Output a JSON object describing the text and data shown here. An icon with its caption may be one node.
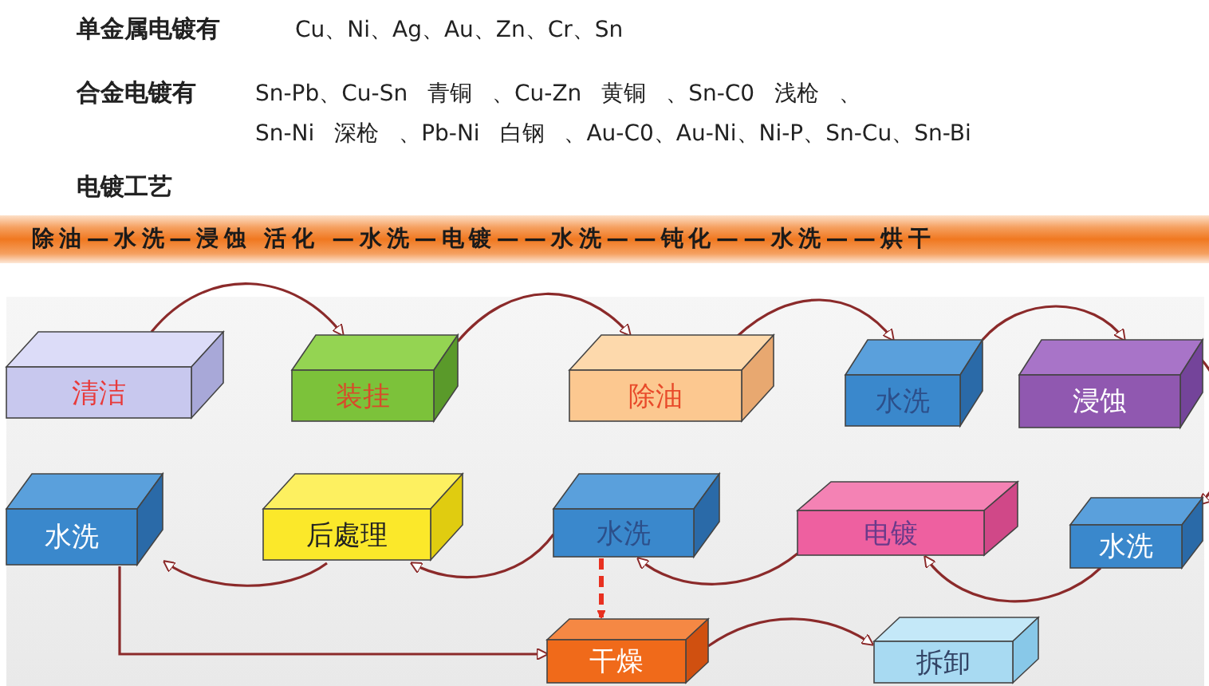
{
  "diagram": {
    "nodes": [
      {
        "text": [
          "清洁"
        ]
      },
      {
        "text": [
          "装挂"
        ]
      },
      {
        "text": [
          "除油"
        ]
      },
      {
        "text": [
          "水洗"
        ]
      },
      {
        "text": [
          "浸蚀"
        ]
      },
      {
        "text": [
          "水洗"
        ]
      },
      {
        "text": [
          "电镀"
        ]
      },
      {
        "text": [
          "水洗"
        ]
      },
      {
        "text": [
          "后處理"
        ]
      },
      {
        "text": [
          "水洗"
        ]
      },
      {
        "text": [
          "干燥"
        ]
      },
      {
        "text": [
          "拆卸"
        ]
      }
    ],
    "edges": [
      {
        "from": 0,
        "to": 1,
        "arrow": "to"
      },
      {
        "from": 1,
        "to": 2,
        "arrow": "to"
      },
      {
        "from": 2,
        "to": 3,
        "arrow": "to"
      },
      {
        "from": 3,
        "to": 4,
        "arrow": "to"
      },
      {
        "from": 4,
        "to": 5,
        "arrow": "to"
      },
      {
        "from": 5,
        "to": 6,
        "arrow": "to"
      },
      {
        "from": 6,
        "to": 7,
        "arrow": "to"
      },
      {
        "from": 7,
        "to": 8,
        "arrow": "to"
      },
      {
        "from": 8,
        "to": 9,
        "arrow": "to"
      },
      {
        "from": 9,
        "to": 10,
        "arrow": "to"
      },
      {
        "from": 7,
        "to": 10,
        "arrow": "to",
        "style": "dashed",
        "color": "#e83020"
      },
      {
        "from": 10,
        "to": 11,
        "arrow": "to"
      }
    ],
    "labels": [
      "单金属电镀有",
      "Cu、Ni、Ag、Au、Zn、Cr、Sn",
      "合金电镀有",
      "Sn-Pb、Cu-Sn 青铜 、Cu-Zn 黄铜 、Sn-C0 浅枪 、",
      "Sn-Ni 深枪 、Pb-Ni 白钢 、Au-C0、Au-Ni、Ni-P、Sn-Cu、Sn-Bi",
      "电镀工艺",
      "除油—水洗—浸蚀 活化 —水洗—电镀——水洗——钝化——水洗——烘干"
    ]
  }
}
